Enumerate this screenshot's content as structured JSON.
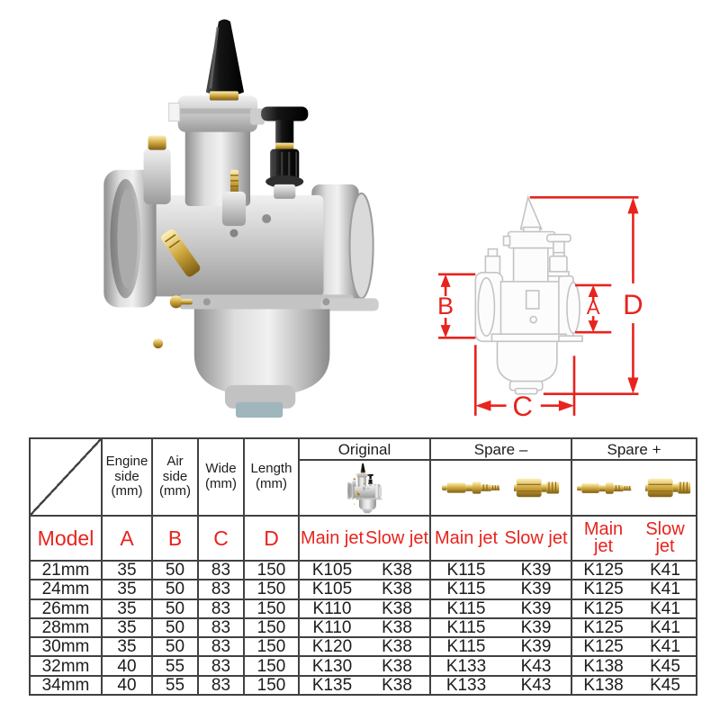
{
  "page": {
    "background": "#ffffff"
  },
  "diagram": {
    "labels": {
      "a": "A",
      "b": "B",
      "c": "C",
      "d": "D"
    },
    "arrow_color": "#e8231d"
  },
  "table": {
    "dim_headers": [
      "Engine side (mm)",
      "Air side (mm)",
      "Wide (mm)",
      "Length (mm)"
    ],
    "groups": [
      {
        "label": "Original"
      },
      {
        "label": "Spare –"
      },
      {
        "label": "Spare +"
      }
    ],
    "sub": {
      "model": "Model",
      "a": "A",
      "b": "B",
      "c": "C",
      "d": "D",
      "main": "Main jet",
      "slow": "Slow jet"
    },
    "rows": [
      {
        "model": "21mm",
        "engine": "35",
        "air": "50",
        "wide": "83",
        "length": "150",
        "o_main": "K105",
        "o_slow": "K38",
        "sm_main": "K115",
        "sm_slow": "K39",
        "sp_main": "K125",
        "sp_slow": "K41"
      },
      {
        "model": "24mm",
        "engine": "35",
        "air": "50",
        "wide": "83",
        "length": "150",
        "o_main": "K105",
        "o_slow": "K38",
        "sm_main": "K115",
        "sm_slow": "K39",
        "sp_main": "K125",
        "sp_slow": "K41"
      },
      {
        "model": "26mm",
        "engine": "35",
        "air": "50",
        "wide": "83",
        "length": "150",
        "o_main": "K110",
        "o_slow": "K38",
        "sm_main": "K115",
        "sm_slow": "K39",
        "sp_main": "K125",
        "sp_slow": "K41"
      },
      {
        "model": "28mm",
        "engine": "35",
        "air": "50",
        "wide": "83",
        "length": "150",
        "o_main": "K110",
        "o_slow": "K38",
        "sm_main": "K115",
        "sm_slow": "K39",
        "sp_main": "K125",
        "sp_slow": "K41"
      },
      {
        "model": "30mm",
        "engine": "35",
        "air": "50",
        "wide": "83",
        "length": "150",
        "o_main": "K120",
        "o_slow": "K38",
        "sm_main": "K115",
        "sm_slow": "K39",
        "sp_main": "K125",
        "sp_slow": "K41"
      },
      {
        "model": "32mm",
        "engine": "40",
        "air": "55",
        "wide": "83",
        "length": "150",
        "o_main": "K130",
        "o_slow": "K38",
        "sm_main": "K133",
        "sm_slow": "K43",
        "sp_main": "K138",
        "sp_slow": "K45"
      },
      {
        "model": "34mm",
        "engine": "40",
        "air": "55",
        "wide": "83",
        "length": "150",
        "o_main": "K135",
        "o_slow": "K38",
        "sm_main": "K133",
        "sm_slow": "K43",
        "sp_main": "K138",
        "sp_slow": "K45"
      }
    ],
    "colors": {
      "accent_text": "#e8231d",
      "border": "#414141",
      "text": "#1c1c1c"
    }
  }
}
